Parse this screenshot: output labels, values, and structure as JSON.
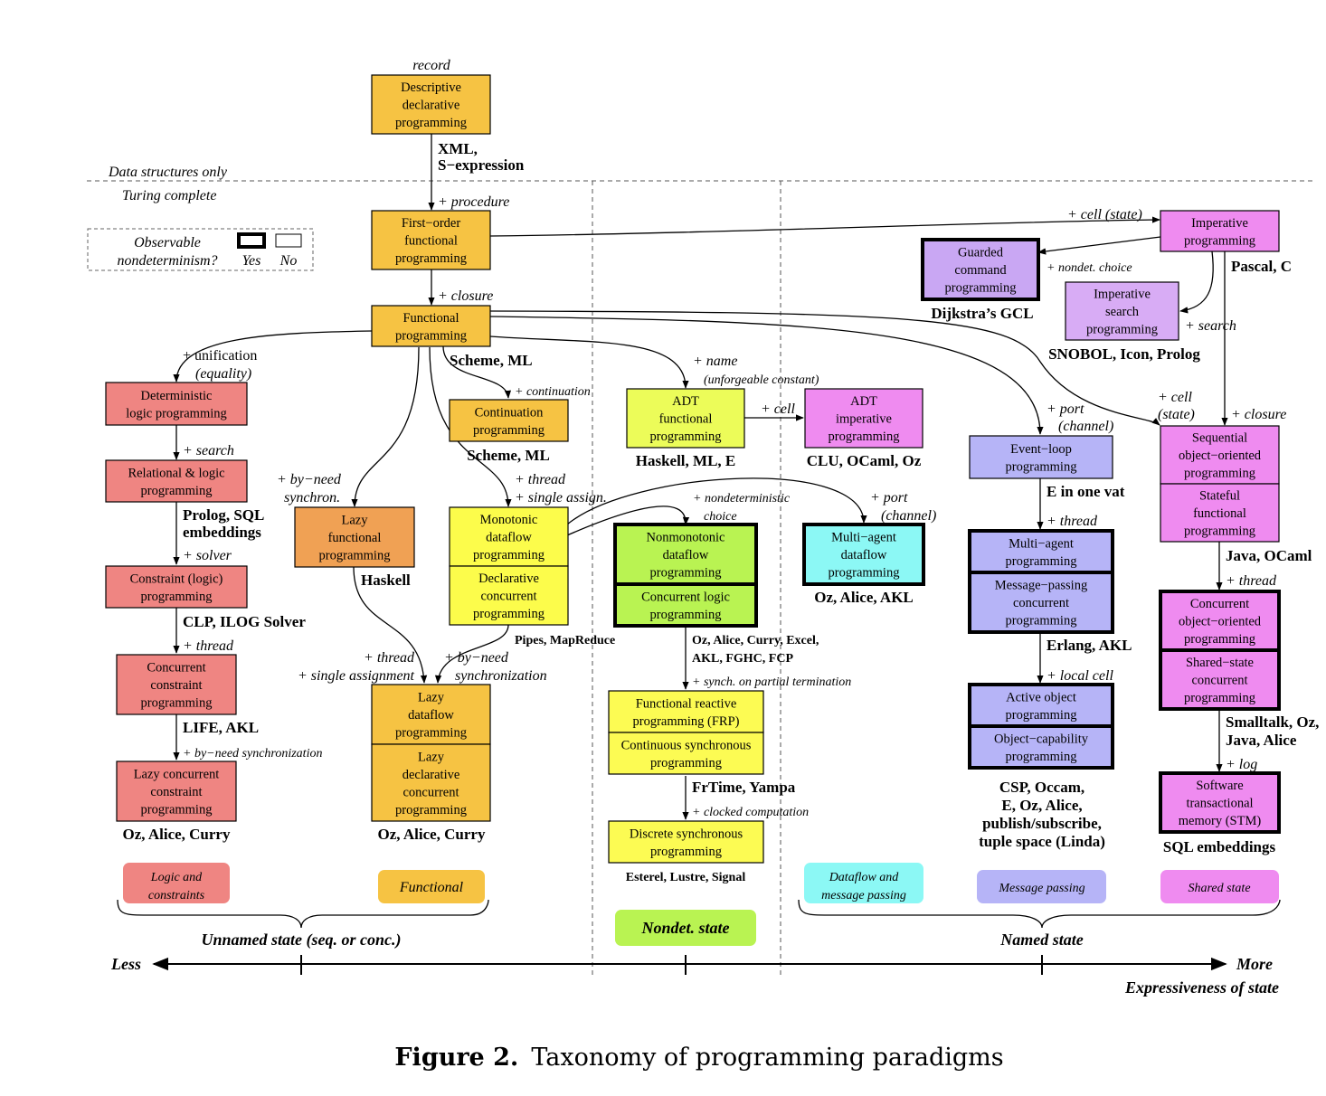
{
  "caption": {
    "bold": "Figure 2.",
    "text": "Taxonomy of programming paradigms"
  },
  "colors": {
    "logic": "#ef8582",
    "functional": "#f6c343",
    "lazy_functional": "#f0a154",
    "dataflow_yellow": "#fcfc4b",
    "nondet": "#b9f352",
    "adt_green": "#ecfc59",
    "imperative": "#ef8bf0",
    "imperative_search": "#d8acf5",
    "guarded": "#c9a7f3",
    "message_passing": "#b6b4f7",
    "multi_agent": "#8cf8f5",
    "frp": "#fcfb53"
  },
  "boxes": [
    {
      "name": "descriptive-declarative",
      "lines": [
        "Descriptive",
        "declarative",
        "programming"
      ]
    },
    {
      "name": "first-order-functional",
      "lines": [
        "First−order",
        "functional",
        "programming"
      ]
    },
    {
      "name": "functional",
      "lines": [
        "Functional",
        "programming"
      ]
    },
    {
      "name": "imperative",
      "lines": [
        "Imperative",
        "programming"
      ]
    },
    {
      "name": "guarded-command",
      "lines": [
        "Guarded",
        "command",
        "programming"
      ]
    },
    {
      "name": "imperative-search",
      "lines": [
        "Imperative",
        "search",
        "programming"
      ]
    },
    {
      "name": "deterministic-logic",
      "lines": [
        "Deterministic",
        "logic programming"
      ]
    },
    {
      "name": "relational-logic",
      "lines": [
        "Relational & logic",
        "programming"
      ]
    },
    {
      "name": "constraint-logic",
      "lines": [
        "Constraint (logic)",
        "programming"
      ]
    },
    {
      "name": "concurrent-constraint",
      "lines": [
        "Concurrent",
        "constraint",
        "programming"
      ]
    },
    {
      "name": "lazy-concurrent-constraint",
      "lines": [
        "Lazy concurrent",
        "constraint",
        "programming"
      ]
    },
    {
      "name": "continuation",
      "lines": [
        "Continuation",
        "programming"
      ]
    },
    {
      "name": "lazy-functional",
      "lines": [
        "Lazy",
        "functional",
        "programming"
      ]
    },
    {
      "name": "monotonic-dataflow",
      "lines": [
        "Monotonic",
        "dataflow",
        "programming"
      ]
    },
    {
      "name": "declarative-concurrent",
      "lines": [
        "Declarative",
        "concurrent",
        "programming"
      ]
    },
    {
      "name": "lazy-dataflow",
      "lines": [
        "Lazy",
        "dataflow",
        "programming"
      ]
    },
    {
      "name": "lazy-declarative-concurrent",
      "lines": [
        "Lazy",
        "declarative",
        "concurrent",
        "programming"
      ]
    },
    {
      "name": "adt-functional",
      "lines": [
        "ADT",
        "functional",
        "programming"
      ]
    },
    {
      "name": "adt-imperative",
      "lines": [
        "ADT",
        "imperative",
        "programming"
      ]
    },
    {
      "name": "nonmonotonic-dataflow",
      "lines": [
        "Nonmonotonic",
        "dataflow",
        "programming"
      ]
    },
    {
      "name": "concurrent-logic",
      "lines": [
        "Concurrent logic",
        "programming"
      ]
    },
    {
      "name": "multi-agent-dataflow",
      "lines": [
        "Multi−agent",
        "dataflow",
        "programming"
      ]
    },
    {
      "name": "functional-reactive",
      "lines": [
        "Functional reactive",
        "programming (FRP)"
      ]
    },
    {
      "name": "continuous-synchronous",
      "lines": [
        "Continuous synchronous",
        "programming"
      ]
    },
    {
      "name": "discrete-synchronous",
      "lines": [
        "Discrete synchronous",
        "programming"
      ]
    },
    {
      "name": "event-loop",
      "lines": [
        "Event−loop",
        "programming"
      ]
    },
    {
      "name": "multi-agent",
      "lines": [
        "Multi−agent",
        "programming"
      ]
    },
    {
      "name": "message-passing-concurrent",
      "lines": [
        "Message−passing",
        "concurrent",
        "programming"
      ]
    },
    {
      "name": "active-object",
      "lines": [
        "Active object",
        "programming"
      ]
    },
    {
      "name": "object-capability",
      "lines": [
        "Object−capability",
        "programming"
      ]
    },
    {
      "name": "sequential-oo",
      "lines": [
        "Sequential",
        "object−oriented",
        "programming"
      ]
    },
    {
      "name": "stateful-functional",
      "lines": [
        "Stateful",
        "functional",
        "programming"
      ]
    },
    {
      "name": "concurrent-oo",
      "lines": [
        "Concurrent",
        "object−oriented",
        "programming"
      ]
    },
    {
      "name": "shared-state-concurrent",
      "lines": [
        "Shared−state",
        "concurrent",
        "programming"
      ]
    },
    {
      "name": "software-transactional-memory",
      "lines": [
        "Software",
        "transactional",
        "memory (STM)"
      ]
    }
  ],
  "labels": {
    "record": "record",
    "xml": "XML,",
    "sexpr": "S−expression",
    "data_structures_only": "Data structures only",
    "turing_complete": "Turing complete",
    "procedure": "+ procedure",
    "closure": "+ closure",
    "cell_state": "+ cell (state)",
    "nondet_choice": "+ nondet. choice",
    "dijkstra": "Dijkstra’s GCL",
    "pascal": "Pascal, C",
    "search_imp": "+ search",
    "snobol": "SNOBOL, Icon, Prolog",
    "unification": "+ unification",
    "equality": "(equality)",
    "search": "+ search",
    "prolog_sql": "Prolog, SQL",
    "embeddings": "embeddings",
    "solver": "+ solver",
    "clp": "CLP, ILOG Solver",
    "thread_left": "+ thread",
    "life": "LIFE, AKL",
    "byneed_left": "+ by−need synchronization",
    "oz_alice_curry_1": "Oz, Alice, Curry",
    "scheme_ml_1": "Scheme, ML",
    "continuation": "+ continuation",
    "scheme_ml_2": "Scheme, ML",
    "byneed_synchron": "+ by−need",
    "synchron": "synchron.",
    "haskell": "Haskell",
    "thread_single_1": "+ thread",
    "thread_single_2": "+ single assign.",
    "pipes": "Pipes, MapReduce",
    "thread_mid_1": "+ thread",
    "thread_mid_2": "+ single assignment",
    "byneed_mid_1": "+ by−need",
    "byneed_mid_2": "synchronization",
    "oz_alice_curry_2": "Oz, Alice, Curry",
    "name": "+ name",
    "unforgeable": "(unforgeable constant)",
    "cell_adt": "+ cell",
    "haskell_ml_e": "Haskell, ML, E",
    "clu": "CLU, OCaml, Oz",
    "nondet_choice_long_1": "+ nondeterministic",
    "nondet_choice_long_2": "choice",
    "port_1": "+ port",
    "channel_1": "(channel)",
    "oz_alice_akl": "Oz, Alice, AKL",
    "oz_alice_curry_excel": "Oz, Alice, Curry, Excel,",
    "akl_fghc": "AKL, FGHC, FCP",
    "synch_partial": "+ synch. on partial termination",
    "frtime": "FrTime, Yampa",
    "clocked": "+ clocked computation",
    "esterel": "Esterel, Lustre, Signal",
    "port_2": "+ port",
    "channel_2": "(channel)",
    "e_one_vat": "E in one vat",
    "thread_ev": "+ thread",
    "erlang": "Erlang, AKL",
    "local_cell": "+ local cell",
    "csp_1": "CSP, Occam,",
    "csp_2": "E, Oz, Alice,",
    "csp_3": "publish/subscribe,",
    "csp_4": "tuple space (Linda)",
    "cell_state_r1": "+ cell",
    "cell_state_r2": "(state)",
    "closure_r": "+ closure",
    "java_ocaml": "Java, OCaml",
    "thread_r": "+ thread",
    "smalltalk": "Smalltalk, Oz,",
    "java_alice": "Java, Alice",
    "log": "+ log",
    "sql_embeddings": "SQL embeddings"
  },
  "legend": {
    "title_1": "Observable",
    "title_2": "nondeterminism?",
    "yes": "Yes",
    "no": "No"
  },
  "categories": {
    "logic_1": "Logic and",
    "logic_2": "constraints",
    "functional": "Functional",
    "dataflow_1": "Dataflow and",
    "dataflow_2": "message passing",
    "message": "Message passing",
    "shared": "Shared state",
    "nondet": "Nondet. state"
  },
  "axis": {
    "unnamed": "Unnamed state (seq. or conc.)",
    "named": "Named state",
    "less": "Less",
    "more": "More",
    "expressiveness": "Expressiveness of state"
  }
}
